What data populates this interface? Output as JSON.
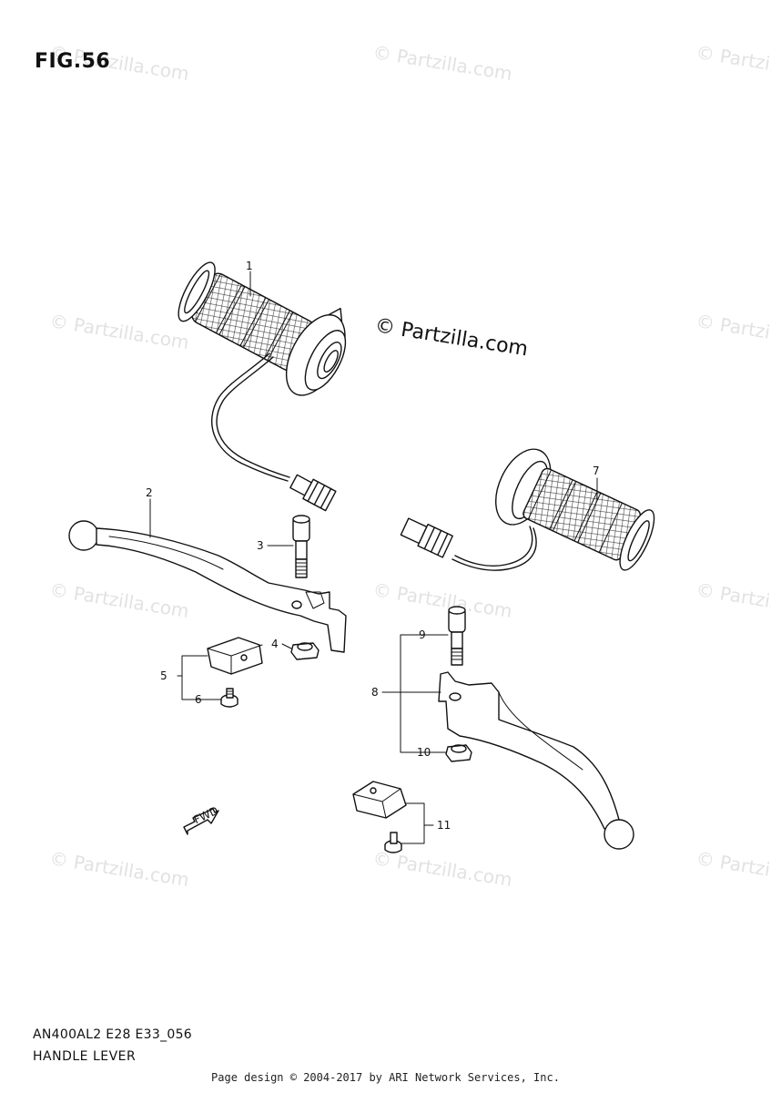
{
  "figure": {
    "title": "FIG.56",
    "code": "AN400AL2 E28 E33_056",
    "name": "HANDLE LEVER"
  },
  "copyright_notice": "© Partzilla.com",
  "watermark_text": "© Partzilla.com",
  "page_credit": "Page design © 2004-2017 by ARI Network Services, Inc.",
  "fwd_label": "FWD",
  "callouts": [
    "1",
    "2",
    "3",
    "4",
    "5",
    "6",
    "7",
    "8",
    "9",
    "10",
    "11"
  ],
  "colors": {
    "line": "#111111",
    "watermark": "#e2e2e2",
    "background": "#ffffff"
  }
}
